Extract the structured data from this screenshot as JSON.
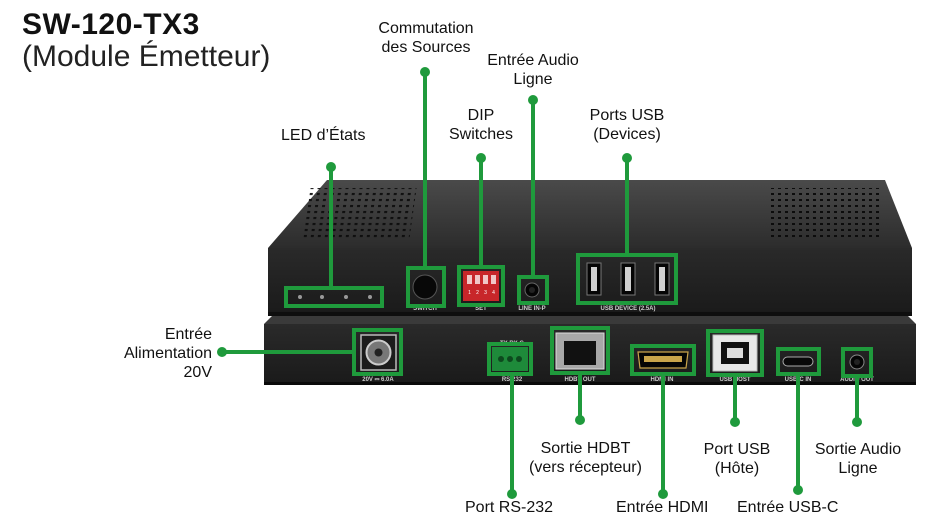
{
  "title": "SW-120-TX3",
  "subtitle": "(Module Émetteur)",
  "accent_color": "#1f9a3c",
  "callouts": {
    "led": "LED d’États",
    "switch_line1": "Commutation",
    "switch_line2": "des Sources",
    "dip_line1": "DIP",
    "dip_line2": "Switches",
    "audio_in_line1": "Entrée Audio",
    "audio_in_line2": "Ligne",
    "usb_dev_line1": "Ports USB",
    "usb_dev_line2": "(Devices)",
    "power_line1": "Entrée",
    "power_line2": "Alimentation",
    "power_line3": "20V",
    "hdbt_line1": "Sortie HDBT",
    "hdbt_line2": "(vers  récepteur)",
    "usb_host_line1": "Port USB",
    "usb_host_line2": "(Hôte)",
    "audio_out_line1": "Sortie Audio",
    "audio_out_line2": "Ligne",
    "rs232": "Port RS-232",
    "hdmi_in": "Entrée HDMI",
    "usbc_in": "Entrée USB-C"
  },
  "device_labels": {
    "switch": "SWITCH",
    "set": "SET",
    "dip_digits": [
      "1",
      "2",
      "3",
      "4"
    ],
    "line_in": "LINE IN-P",
    "usb_device": "USB DEVICE (2.5A)",
    "power": "20V ⎓ 6.0A",
    "rs232": "RS-232",
    "rs232_pins": "TX  RX  G",
    "hdbt_out": "HDBT OUT",
    "hdmi_in": "HDMI IN",
    "usb_host": "USB HOST",
    "usbc_in": "USB-C IN",
    "audio_out": "AUDIO OUT"
  }
}
